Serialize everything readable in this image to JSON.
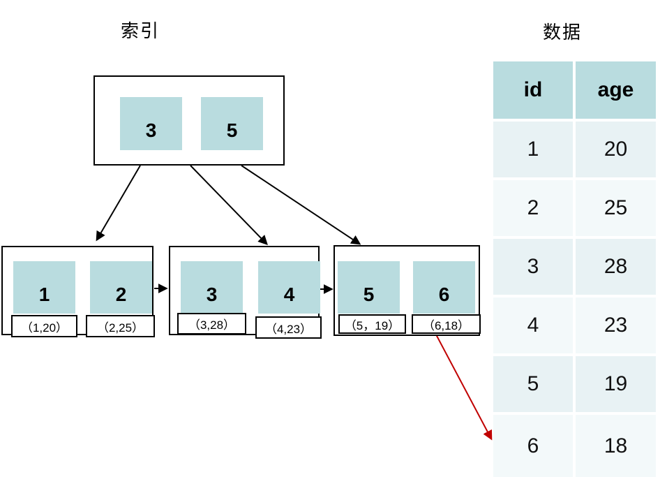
{
  "titles": {
    "index": "索引",
    "data": "数据"
  },
  "colors": {
    "cell": "#b9dcdf",
    "header": "#b9dcdf",
    "row_odd": "#e8f2f4",
    "row_even": "#f3f9fa",
    "arrow": "#000000",
    "red_arrow": "#c00000"
  },
  "tree": {
    "root": {
      "keys": [
        "3",
        "5"
      ]
    },
    "leaves": [
      {
        "keys": [
          "1",
          "2"
        ],
        "labels": [
          "（1,20）",
          "（2,25）"
        ]
      },
      {
        "keys": [
          "3",
          "4"
        ],
        "labels": [
          "（3,28）",
          "（4,23）"
        ]
      },
      {
        "keys": [
          "5",
          "6"
        ],
        "labels": [
          "（5，19）",
          "（6,18）"
        ]
      }
    ]
  },
  "table": {
    "headers": [
      "id",
      "age"
    ],
    "rows": [
      {
        "id": "1",
        "age": "20"
      },
      {
        "id": "2",
        "age": "25"
      },
      {
        "id": "3",
        "age": "28"
      },
      {
        "id": "4",
        "age": "23"
      },
      {
        "id": "5",
        "age": "19"
      },
      {
        "id": "6",
        "age": "18"
      }
    ]
  }
}
